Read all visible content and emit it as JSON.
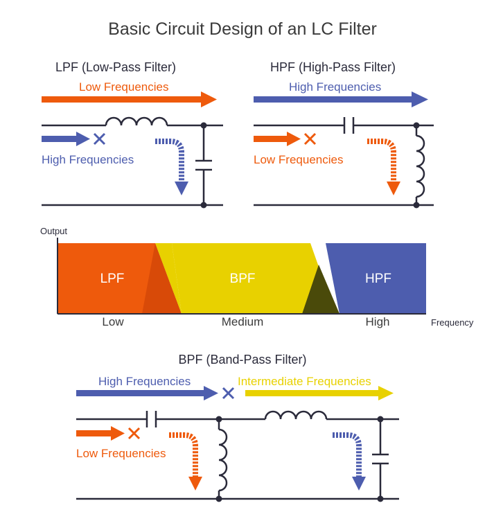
{
  "title": "Basic Circuit Design of an LC Filter",
  "colors": {
    "orange": "#EE5A0C",
    "blue": "#4D5DAE",
    "yellow": "#E8D100",
    "wire": "#2A2A3A",
    "text": "#3A3A3A",
    "orange_overlap": "#D84A08",
    "dark_overlap": "#4A4A0A"
  },
  "lpf": {
    "heading": "LPF (Low-Pass Filter)",
    "pass_label": "Low Frequencies",
    "block_label": "High Frequencies",
    "pass_icon": "arrow-right-icon",
    "block_icon": "cross-icon",
    "shunt_icon": "dashed-arrow-down-icon"
  },
  "hpf": {
    "heading": "HPF (High-Pass Filter)",
    "pass_label": "High Frequencies",
    "block_label": "Low Frequencies",
    "pass_icon": "arrow-right-icon",
    "block_icon": "cross-icon",
    "shunt_icon": "dashed-arrow-down-icon"
  },
  "response": {
    "y_label": "Output",
    "x_label": "Frequency",
    "bands": [
      {
        "name": "LPF",
        "color": "#EE5A0C"
      },
      {
        "name": "BPF",
        "color": "#E8D100"
      },
      {
        "name": "HPF",
        "color": "#4D5DAE"
      }
    ],
    "ticks": [
      "Low",
      "Medium",
      "High"
    ]
  },
  "bpf": {
    "heading": "BPF (Band-Pass Filter)",
    "pass1_label": "High Frequencies",
    "pass2_label": "Intermediate Frequencies",
    "block_label": "Low Frequencies",
    "pass_icon": "arrow-right-icon",
    "block_icon": "cross-icon",
    "shunt_icon": "dashed-arrow-down-icon"
  }
}
